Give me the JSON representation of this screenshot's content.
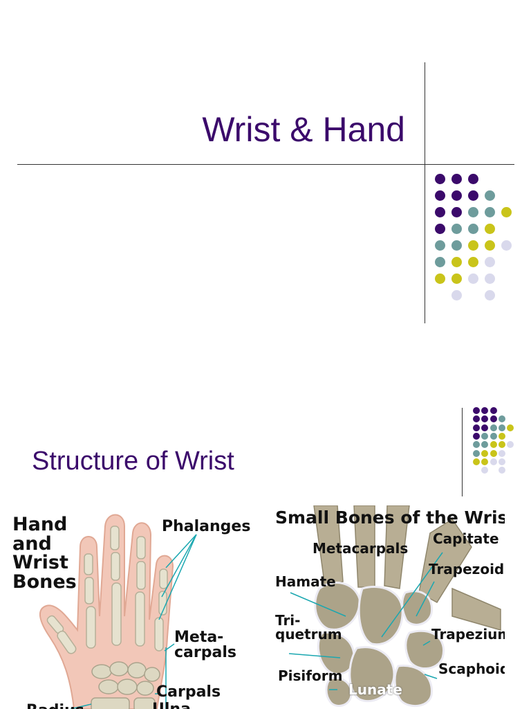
{
  "slide1": {
    "title": "Wrist & Hand"
  },
  "slide2": {
    "title": "Structure of Wrist",
    "left_image": {
      "heading": "Hand\nand\nWrist\nBones",
      "labels": {
        "phalanges": "Phalanges",
        "metacarpals": "Meta-\ncarpals",
        "carpals": "Carpals",
        "radius": "Radius",
        "ulna": "Ulna"
      }
    },
    "right_image": {
      "heading": "Small Bones of the Wrist",
      "labels": {
        "metacarpals": "Metacarpals",
        "capitate": "Capitate",
        "trapezoid": "Trapezoid",
        "hamate": "Hamate",
        "triquetrum": "Tri-\nquetrum",
        "trapezium": "Trapezium",
        "pisiform": "Pisiform",
        "scaphoid": "Scaphoid",
        "lunate": "Lunate"
      }
    }
  },
  "colors": {
    "title": "#3b0a6b",
    "dot_purple": "#3b0a6b",
    "dot_teal": "#6e9c9c",
    "dot_olive": "#c9c41a",
    "dot_lavender": "#d9d9ec",
    "leader_line": "#1aa7b0"
  },
  "dot_grid": [
    [
      "p",
      "p",
      "p",
      "-",
      "-"
    ],
    [
      "p",
      "p",
      "p",
      "t",
      "-"
    ],
    [
      "p",
      "p",
      "t",
      "t",
      "y"
    ],
    [
      "p",
      "t",
      "t",
      "y",
      "-"
    ],
    [
      "t",
      "t",
      "y",
      "y",
      "l"
    ],
    [
      "t",
      "y",
      "y",
      "l",
      "-"
    ],
    [
      "y",
      "y",
      "l",
      "l",
      "-"
    ],
    [
      "-",
      "l",
      "-",
      "l",
      "-"
    ]
  ]
}
